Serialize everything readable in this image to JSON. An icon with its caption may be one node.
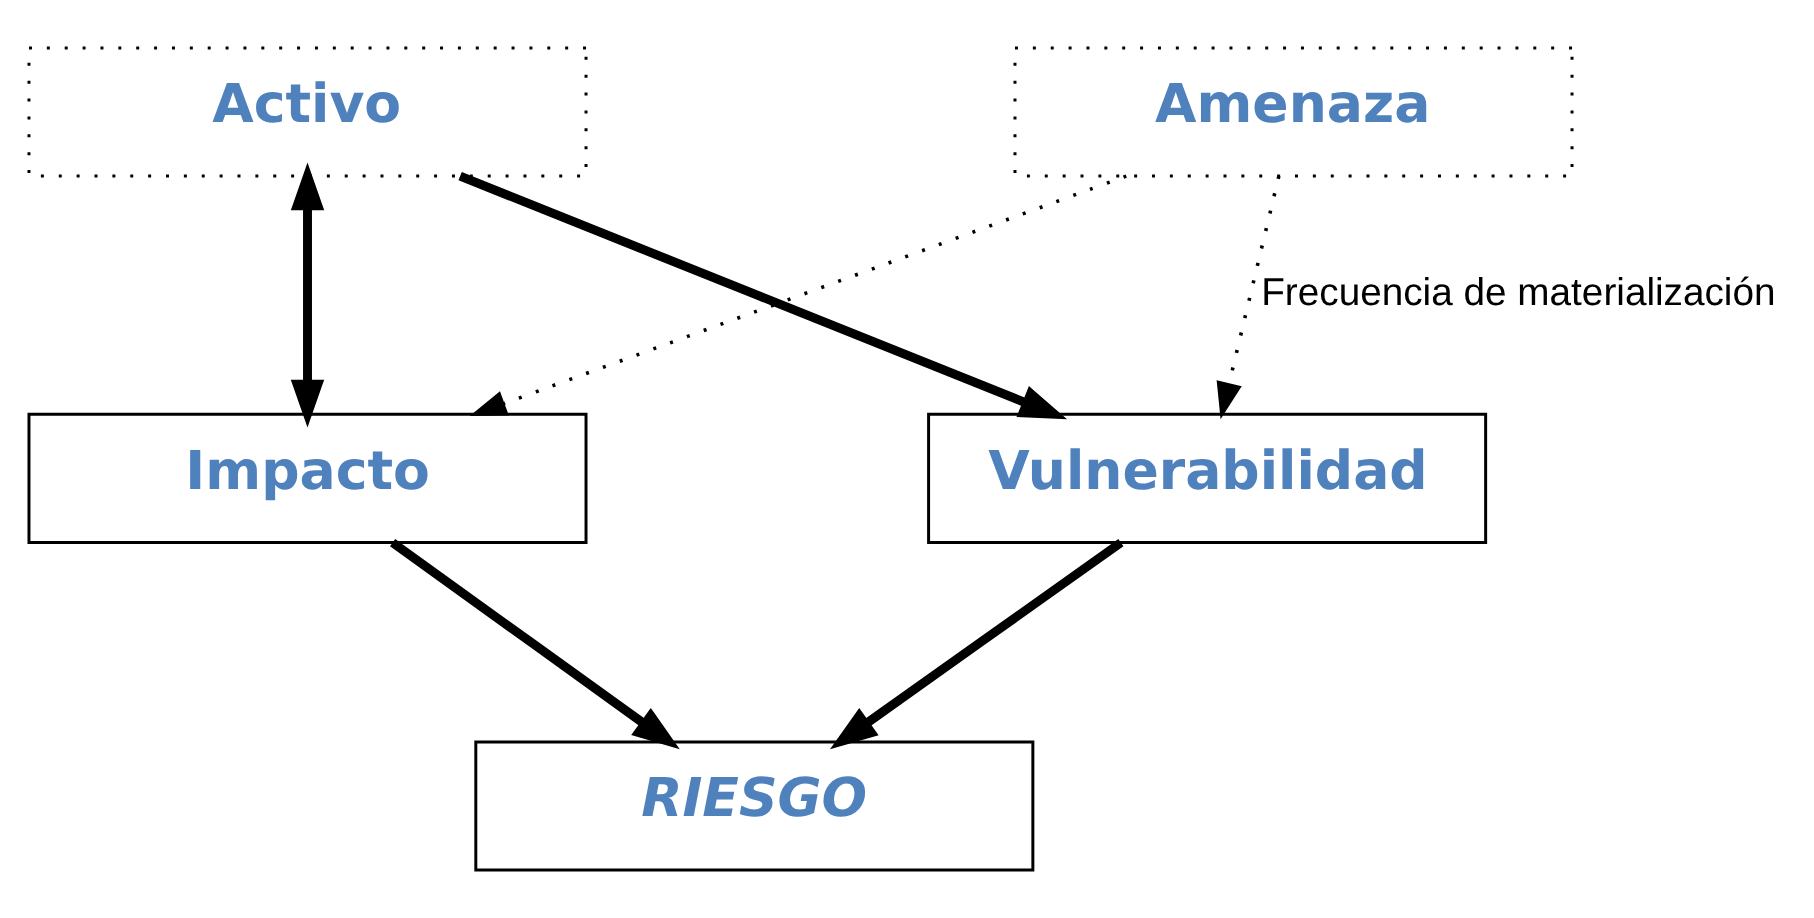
{
  "diagram": {
    "nodes": [
      {
        "text": [
          "Activo"
        ]
      },
      {
        "text": [
          "Amenaza"
        ]
      },
      {
        "text": [
          "Impacto"
        ]
      },
      {
        "text": [
          "Vulnerabilidad"
        ]
      },
      {
        "text": [
          "RIESGO"
        ]
      }
    ],
    "edges": [
      {
        "from": 0,
        "to": 2,
        "arrow": "both"
      },
      {
        "from": 0,
        "to": 3,
        "arrow": "to"
      },
      {
        "from": 1,
        "to": 2,
        "arrow": "to",
        "style": "dashed"
      },
      {
        "from": 1,
        "to": 3,
        "arrow": "to",
        "style": "dashed",
        "label": "Frecuencia de materialización"
      },
      {
        "from": 2,
        "to": 4,
        "arrow": "to"
      },
      {
        "from": 3,
        "to": 4,
        "arrow": "to"
      }
    ]
  }
}
